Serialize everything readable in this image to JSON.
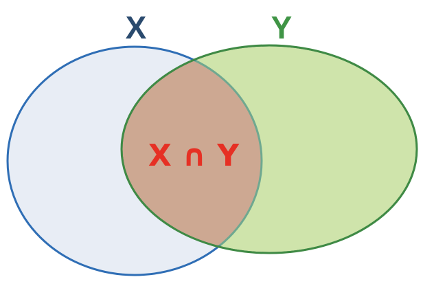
{
  "sets": [
    {
      "label": "X",
      "fill": "#e8edf5",
      "stroke": "#2f6eb5",
      "label_color": "#2a4a6e"
    },
    {
      "label": "Y",
      "fill": "#cfe4ab",
      "stroke": "#3f8a45",
      "label_color": "#3f9445"
    }
  ],
  "intersection": {
    "label": "X ∩ Y",
    "fill": "#cda892",
    "label_color": "#e63024",
    "edge_color": "#6fa890"
  }
}
